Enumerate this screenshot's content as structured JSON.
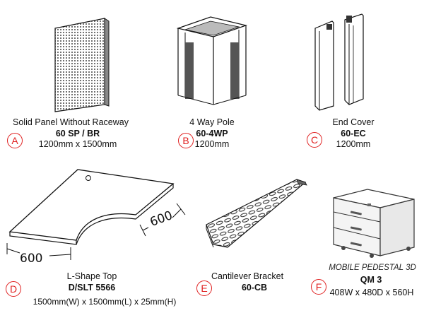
{
  "items": [
    {
      "letter": "A",
      "name": "Solid Panel Without Raceway",
      "code": "60 SP / BR",
      "size": "1200mm x 1500mm"
    },
    {
      "letter": "B",
      "name": "4 Way Pole",
      "code": "60-4WP",
      "size": "1200mm"
    },
    {
      "letter": "C",
      "name": "End Cover",
      "code": "60-EC",
      "size": "1200mm"
    },
    {
      "letter": "D",
      "name": "L-Shape Top",
      "code": "D/SLT 5566",
      "size": "1500mm(W) x 1500mm(L) x 25mm(H)",
      "dim1": "600",
      "dim2": "600"
    },
    {
      "letter": "E",
      "name": "Cantilever Bracket",
      "code": "60-CB",
      "size": ""
    },
    {
      "letter": "F",
      "name": "MOBILE PEDESTAL 3D",
      "code": "QM 3",
      "size": "408W x 480D x 560H"
    }
  ]
}
